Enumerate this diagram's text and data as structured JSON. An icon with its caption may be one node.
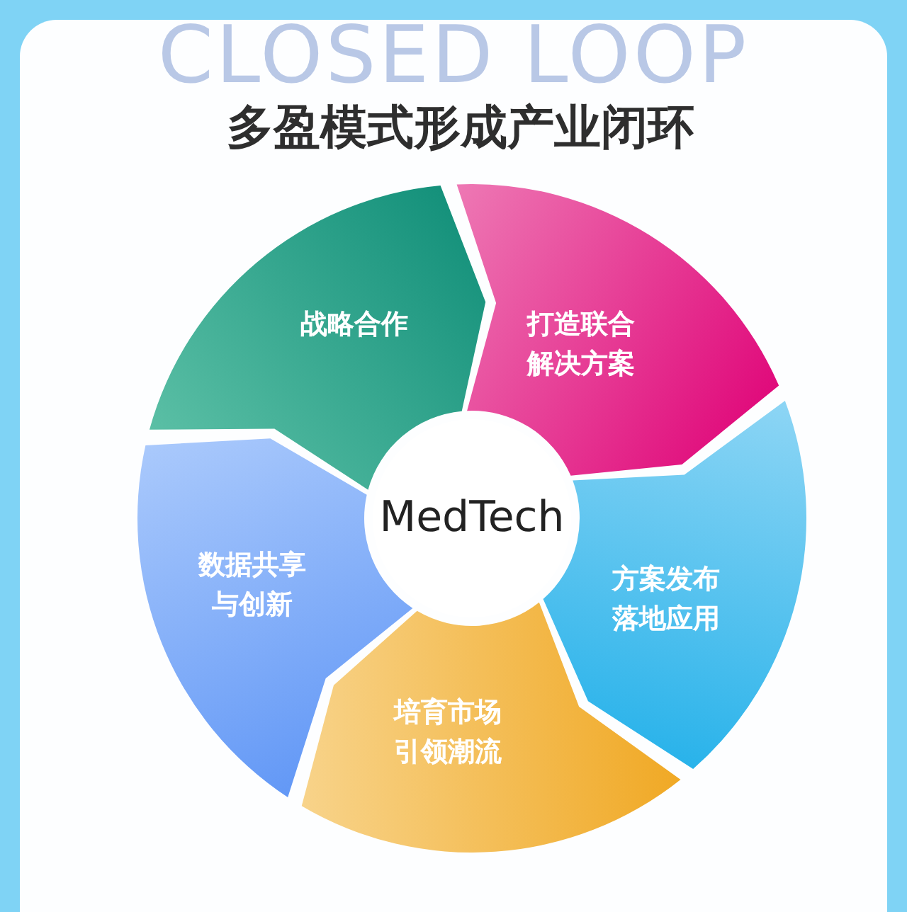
{
  "diagram": {
    "title": "多盈模式形成产业闭环",
    "nodes": [
      {
        "text": [
          "MedTech"
        ]
      },
      {
        "text": [
          "战略合作"
        ]
      },
      {
        "text": [
          "打造联合解决方案"
        ]
      },
      {
        "text": [
          "方案发布落地应用"
        ]
      },
      {
        "text": [
          "培育市场引领潮流"
        ]
      },
      {
        "text": [
          "数据共享与创新"
        ]
      }
    ],
    "labels": [
      "CLOSED LOOP"
    ]
  }
}
